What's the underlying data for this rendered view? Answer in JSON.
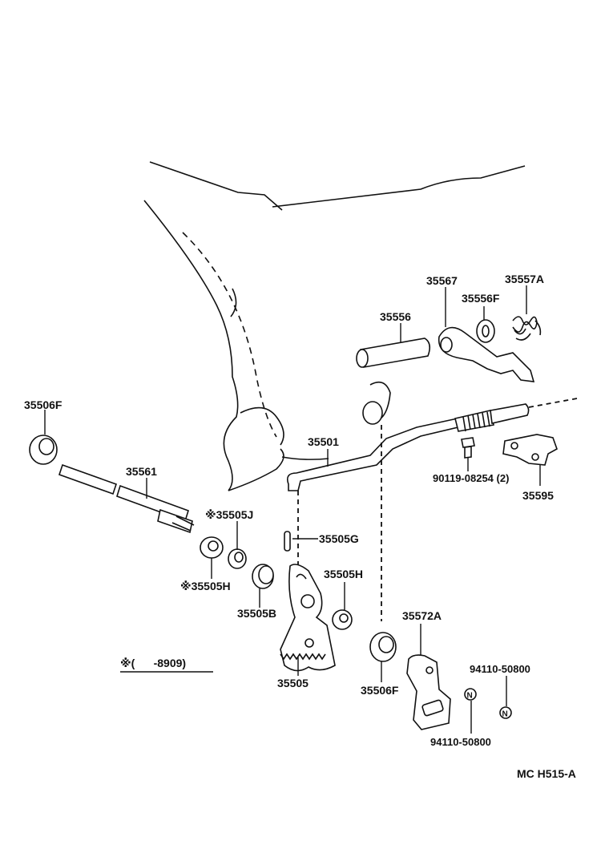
{
  "parts": {
    "p35506F_left": "35506F",
    "p35561": "35561",
    "p35505J": "※35505J",
    "p35505H_left": "※35505H",
    "p35505G": "35505G",
    "p35505B": "35505B",
    "p35505H_right": "35505H",
    "p35505": "35505",
    "p35501": "35501",
    "p35506F_bottom": "35506F",
    "p35556": "35556",
    "p35567": "35567",
    "p35556F": "35556F",
    "p35557A": "35557A",
    "p90119": "90119-08254 (2)",
    "p35595": "35595",
    "p35572A": "35572A",
    "p94110_right": "94110-50800",
    "p94110_bottom": "94110-50800"
  },
  "note": "※(      -8909)",
  "figure_code": "MC H515-A",
  "nut_letter": "N"
}
